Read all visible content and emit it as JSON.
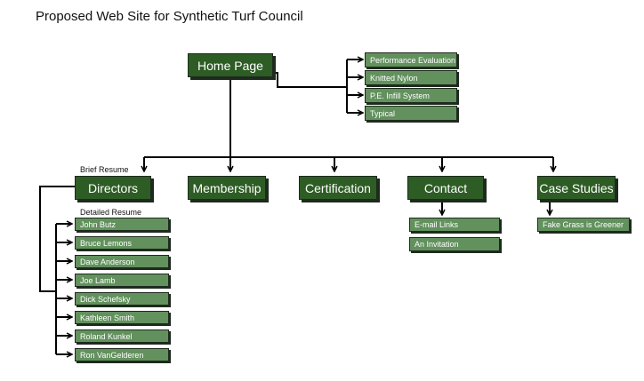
{
  "title": "Proposed Web Site for Synthetic Turf Council",
  "home": {
    "label": "Home Page",
    "links": [
      "Performance Evaluation",
      "Knitted Nylon",
      "P.E. Infill System",
      "Typical"
    ]
  },
  "sections": [
    {
      "label": "Directors",
      "caption": "Brief Resume",
      "sub_caption": "Detailed Resume",
      "children": [
        "John Butz",
        "Bruce Lemons",
        "Dave Anderson",
        "Joe Lamb",
        "Dick Schefsky",
        "Kathleen Smith",
        "Roland Kunkel",
        "Ron VanGelderen"
      ]
    },
    {
      "label": "Membership",
      "children": []
    },
    {
      "label": "Certification",
      "children": []
    },
    {
      "label": "Contact",
      "children": [
        "E-mail Links",
        "An Invitation"
      ]
    },
    {
      "label": "Case Studies",
      "children": [
        "Fake Grass is Greener"
      ]
    }
  ],
  "colors": {
    "main_box": "#2e5c25",
    "sub_box": "#62915d",
    "line": "#000000"
  }
}
